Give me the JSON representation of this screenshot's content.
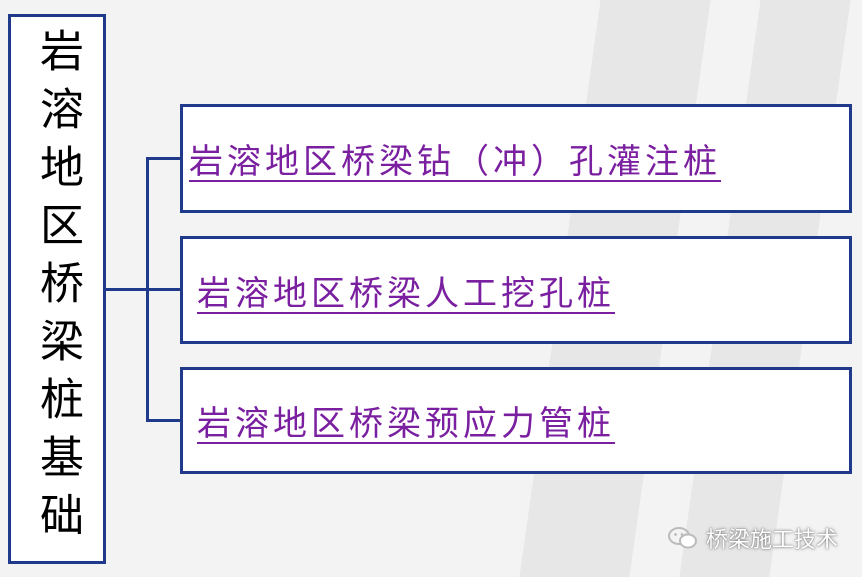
{
  "root": {
    "label": "岩溶地区桥梁桩基础"
  },
  "children": [
    {
      "label": "岩溶地区桥梁钻（冲）孔灌注桩"
    },
    {
      "label": "岩溶地区桥梁人工挖孔桩"
    },
    {
      "label": "岩溶地区桥梁预应力管桩"
    }
  ],
  "watermark": {
    "text": "桥梁施工技术",
    "icon": "wechat-icon"
  },
  "colors": {
    "border": "#1f3a8a",
    "child_text": "#7a1fa0",
    "root_text": "#000000"
  }
}
